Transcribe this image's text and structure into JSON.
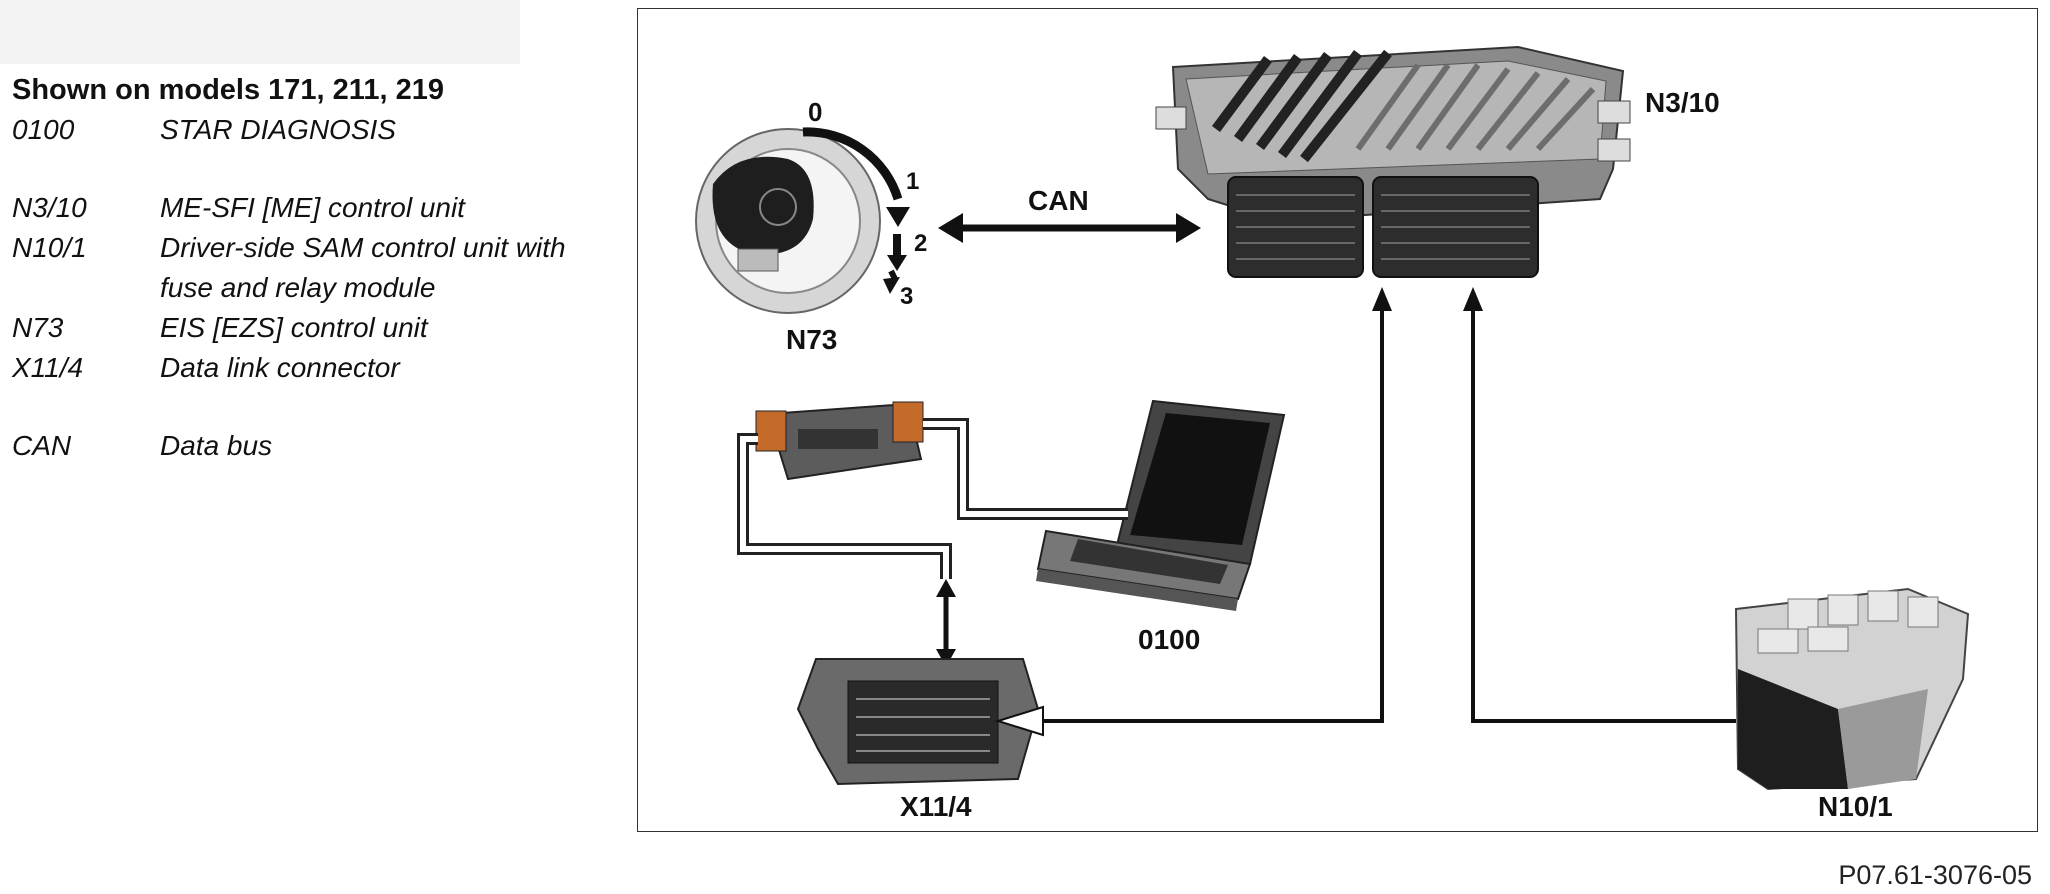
{
  "legend": {
    "heading": "Shown on models 171, 211, 219",
    "items": [
      {
        "code": "0100",
        "desc": "STAR DIAGNOSIS"
      },
      {
        "code": "N3/10",
        "desc": "ME-SFI [ME] control unit"
      },
      {
        "code": "N10/1",
        "desc": "Driver-side SAM control unit with",
        "desc2": "fuse and relay module"
      },
      {
        "code": "N73",
        "desc": "EIS [EZS] control unit"
      },
      {
        "code": "X11/4",
        "desc": "Data link connector"
      },
      {
        "code": "CAN",
        "desc": "Data bus"
      }
    ]
  },
  "diagram": {
    "labels": {
      "n3_10": "N3/10",
      "can": "CAN",
      "n73": "N73",
      "key_pos_0": "0",
      "key_pos_1": "1",
      "key_pos_2": "2",
      "key_pos_3": "3",
      "star": "0100",
      "x11_4": "X11/4",
      "n10_1": "N10/1"
    }
  },
  "figure_ref": "P07.61-3076-05"
}
